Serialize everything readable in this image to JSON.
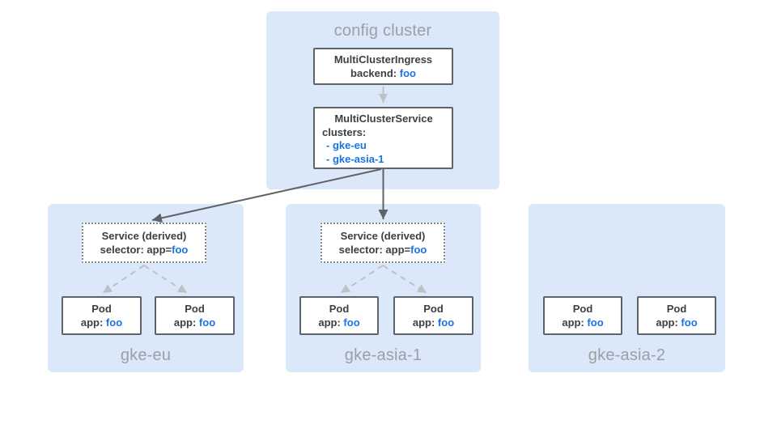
{
  "colors": {
    "panel_bg": "#dbe8f9",
    "panel_label": "#9aa0a6",
    "node_border": "#5f6368",
    "node_text": "#3c4043",
    "accent_blue": "#1a73e8",
    "arrow_dark": "#5f6368",
    "arrow_light": "#bdc1c6",
    "dotted_border": "#80868b"
  },
  "config_cluster": {
    "label": "config cluster",
    "ingress": {
      "title": "MultiClusterIngress",
      "backend_label": "backend:",
      "backend_value": "foo"
    },
    "service": {
      "title": "MultiClusterService",
      "clusters_label": "clusters:",
      "items": [
        "- gke-eu",
        "- gke-asia-1"
      ]
    }
  },
  "clusters": [
    {
      "name": "gke-eu",
      "service": {
        "title": "Service (derived)",
        "selector_label": "selector: app=",
        "selector_value": "foo"
      },
      "pods": [
        {
          "title": "Pod",
          "label": "app:",
          "value": "foo"
        },
        {
          "title": "Pod",
          "label": "app:",
          "value": "foo"
        }
      ]
    },
    {
      "name": "gke-asia-1",
      "service": {
        "title": "Service (derived)",
        "selector_label": "selector: app=",
        "selector_value": "foo"
      },
      "pods": [
        {
          "title": "Pod",
          "label": "app:",
          "value": "foo"
        },
        {
          "title": "Pod",
          "label": "app:",
          "value": "foo"
        }
      ]
    },
    {
      "name": "gke-asia-2",
      "pods": [
        {
          "title": "Pod",
          "label": "app:",
          "value": "foo"
        },
        {
          "title": "Pod",
          "label": "app:",
          "value": "foo"
        }
      ]
    }
  ]
}
